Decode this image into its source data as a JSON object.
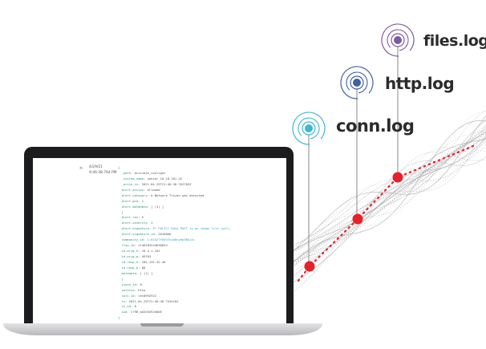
{
  "labels": {
    "files": "files.log",
    "http": "http.log",
    "conn": "conn.log"
  },
  "colors": {
    "files_ring": "#7d5aa6",
    "http_ring": "#3f5fa6",
    "conn_ring": "#3fb6d3",
    "event_dot": "#e8202a",
    "wave": "#9a9a9a",
    "laptop_frame": "#1c1c1e"
  },
  "icons": {
    "files": "signal-target-icon",
    "http": "signal-target-icon",
    "conn": "signal-target-icon"
  },
  "screen": {
    "chevron": ">",
    "date": "4/29/21",
    "time": "9:46:38.764 PM",
    "lines": [
      {
        "k": "{ ",
        "v": ""
      },
      {
        "k": "  _path: ",
        "v": "activate_conlight"
      },
      {
        "k": "  _system_name: ",
        "v": "sensor_10_18_181_42"
      },
      {
        "k": "  _write_ts: ",
        "v": "2021-04-29T21:46:38.763783Z"
      },
      {
        "k": "  alert.action: ",
        "v": "allowed"
      },
      {
        "k": "  alert.category: ",
        "v": "A Network Trojan was detected"
      },
      {
        "k": "  alert.gid: ",
        "v": "1"
      },
      {
        "k": "  alert.metadata: ",
        "v": "[ (1) ]"
      },
      {
        "k": "  }",
        "v": ""
      },
      {
        "k": "  alert.rev: ",
        "v": "5"
      },
      {
        "k": "  alert.severity: ",
        "v": "1"
      },
      {
        "k": "  alert.signature: ",
        "v": "ET POLICY Data POST to an image file (gif)"
      },
      {
        "k": "  alert.signature_id: ",
        "v": "2010066"
      },
      {
        "k": "  community_id: ",
        "v": "1:0iG27f0S97kiD8nyHp9BGiA="
      },
      {
        "k": "  flow_id: ",
        "v": "1148183244638033"
      },
      {
        "k": "  id.orig_h: ",
        "v": "10.4.1.101"
      },
      {
        "k": "  id.orig_p: ",
        "v": "49703"
      },
      {
        "k": "  id.resp_h: ",
        "v": "185.135.32.40"
      },
      {
        "k": "  id.resp_p: ",
        "v": "80"
      },
      {
        "k": "  metadata: ",
        "v": "[ (1) ]"
      },
      {
        "k": "  }",
        "v": ""
      },
      {
        "k": "  {conn_id: ",
        "v": "0"
      },
      {
        "k": "  service: ",
        "v": "http"
      },
      {
        "k": "  suri_id: ",
        "v": "lec0992922"
      },
      {
        "k": "  ts: ",
        "v": "2021-04-29T21:46:38.753416Z"
      },
      {
        "k": "  tx_id: ",
        "v": "0"
      },
      {
        "k": "  uid: ",
        "v": "C79B_bdIe5X9JeD0E"
      },
      {
        "k": "}",
        "v": ""
      }
    ]
  }
}
